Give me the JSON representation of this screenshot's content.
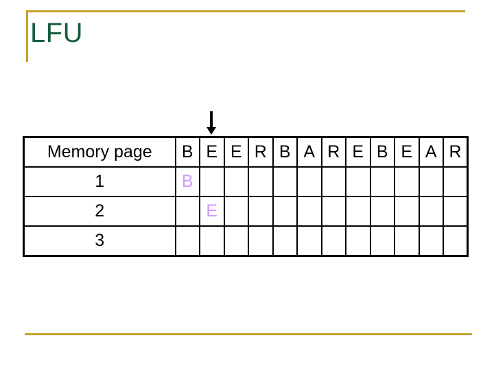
{
  "title": "LFU",
  "colors": {
    "accent_gold": "#C2A22C",
    "title_green": "#175C3C",
    "page_letter_purple": "#CC99FF",
    "table_border_black": "#000000",
    "background": "#FFFFFF"
  },
  "arrow": {
    "description": "down-arrow marking current request in sequence",
    "column_index": 1
  },
  "table": {
    "header_label": "Memory page",
    "sequence": [
      "B",
      "E",
      "E",
      "R",
      "B",
      "A",
      "R",
      "E",
      "B",
      "E",
      "A",
      "R"
    ],
    "rows": [
      {
        "label": "1",
        "cells": [
          "B",
          "",
          "",
          "",
          "",
          "",
          "",
          "",
          "",
          "",
          "",
          ""
        ]
      },
      {
        "label": "2",
        "cells": [
          "",
          "E",
          "",
          "",
          "",
          "",
          "",
          "",
          "",
          "",
          "",
          ""
        ]
      },
      {
        "label": "3",
        "cells": [
          "",
          "",
          "",
          "",
          "",
          "",
          "",
          "",
          "",
          "",
          "",
          ""
        ]
      }
    ]
  }
}
